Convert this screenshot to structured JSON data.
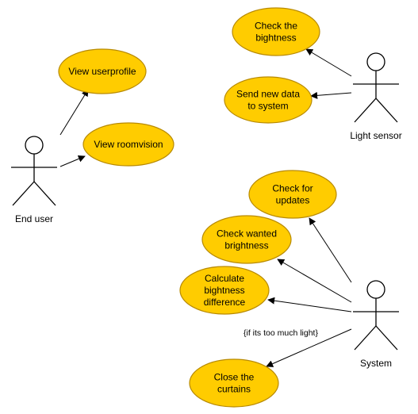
{
  "diagram": {
    "type": "use-case",
    "colors": {
      "usecase_fill": "#ffcc00",
      "usecase_stroke": "#b88a00",
      "line": "#000000",
      "background": "#ffffff"
    },
    "actors": [
      {
        "id": "end-user",
        "label": "End user"
      },
      {
        "id": "light-sensor",
        "label": "Light sensor"
      },
      {
        "id": "system",
        "label": "System"
      }
    ],
    "usecases": [
      {
        "id": "view-userprofile",
        "lines": [
          "View userprofile"
        ]
      },
      {
        "id": "view-roomvision",
        "lines": [
          "View roomvision"
        ]
      },
      {
        "id": "check-brightness",
        "lines": [
          "Check the",
          "bightness"
        ]
      },
      {
        "id": "send-new-data",
        "lines": [
          "Send new data",
          "to system"
        ]
      },
      {
        "id": "check-updates",
        "lines": [
          "Check for",
          "updates"
        ]
      },
      {
        "id": "check-wanted-brightness",
        "lines": [
          "Check wanted",
          "brightness"
        ]
      },
      {
        "id": "calculate-difference",
        "lines": [
          "Calculate",
          "bightness",
          "difference"
        ]
      },
      {
        "id": "close-curtains",
        "lines": [
          "Close the",
          "curtains"
        ]
      }
    ],
    "associations": [
      {
        "from": "end-user",
        "to": "view-userprofile"
      },
      {
        "from": "end-user",
        "to": "view-roomvision"
      },
      {
        "from": "light-sensor",
        "to": "check-brightness"
      },
      {
        "from": "light-sensor",
        "to": "send-new-data"
      },
      {
        "from": "system",
        "to": "check-updates"
      },
      {
        "from": "system",
        "to": "check-wanted-brightness"
      },
      {
        "from": "system",
        "to": "calculate-difference"
      },
      {
        "from": "system",
        "to": "close-curtains",
        "guard": "{if its too much light}"
      }
    ]
  }
}
